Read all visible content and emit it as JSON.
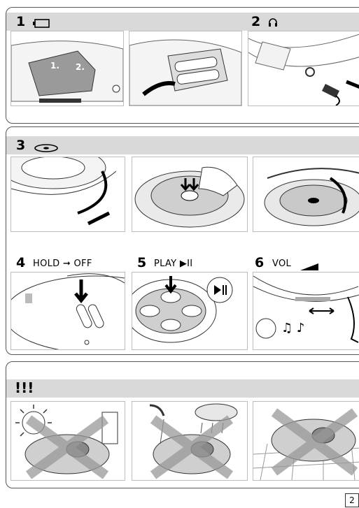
{
  "steps": {
    "s1": {
      "number": "1",
      "icon": "battery-icon"
    },
    "s2": {
      "number": "2",
      "icon": "headphones-icon"
    },
    "s3": {
      "number": "3",
      "icon": "disc-icon"
    },
    "s4": {
      "number": "4",
      "label": "HOLD ➞ OFF"
    },
    "s5": {
      "number": "5",
      "label": "PLAY ▶II"
    },
    "s6": {
      "number": "6",
      "label": "VOL",
      "icon": "volume-ramp-icon"
    }
  },
  "battery_callouts": {
    "one": "1.",
    "two": "2."
  },
  "warning": {
    "label": "!!!"
  },
  "page_number": "2"
}
